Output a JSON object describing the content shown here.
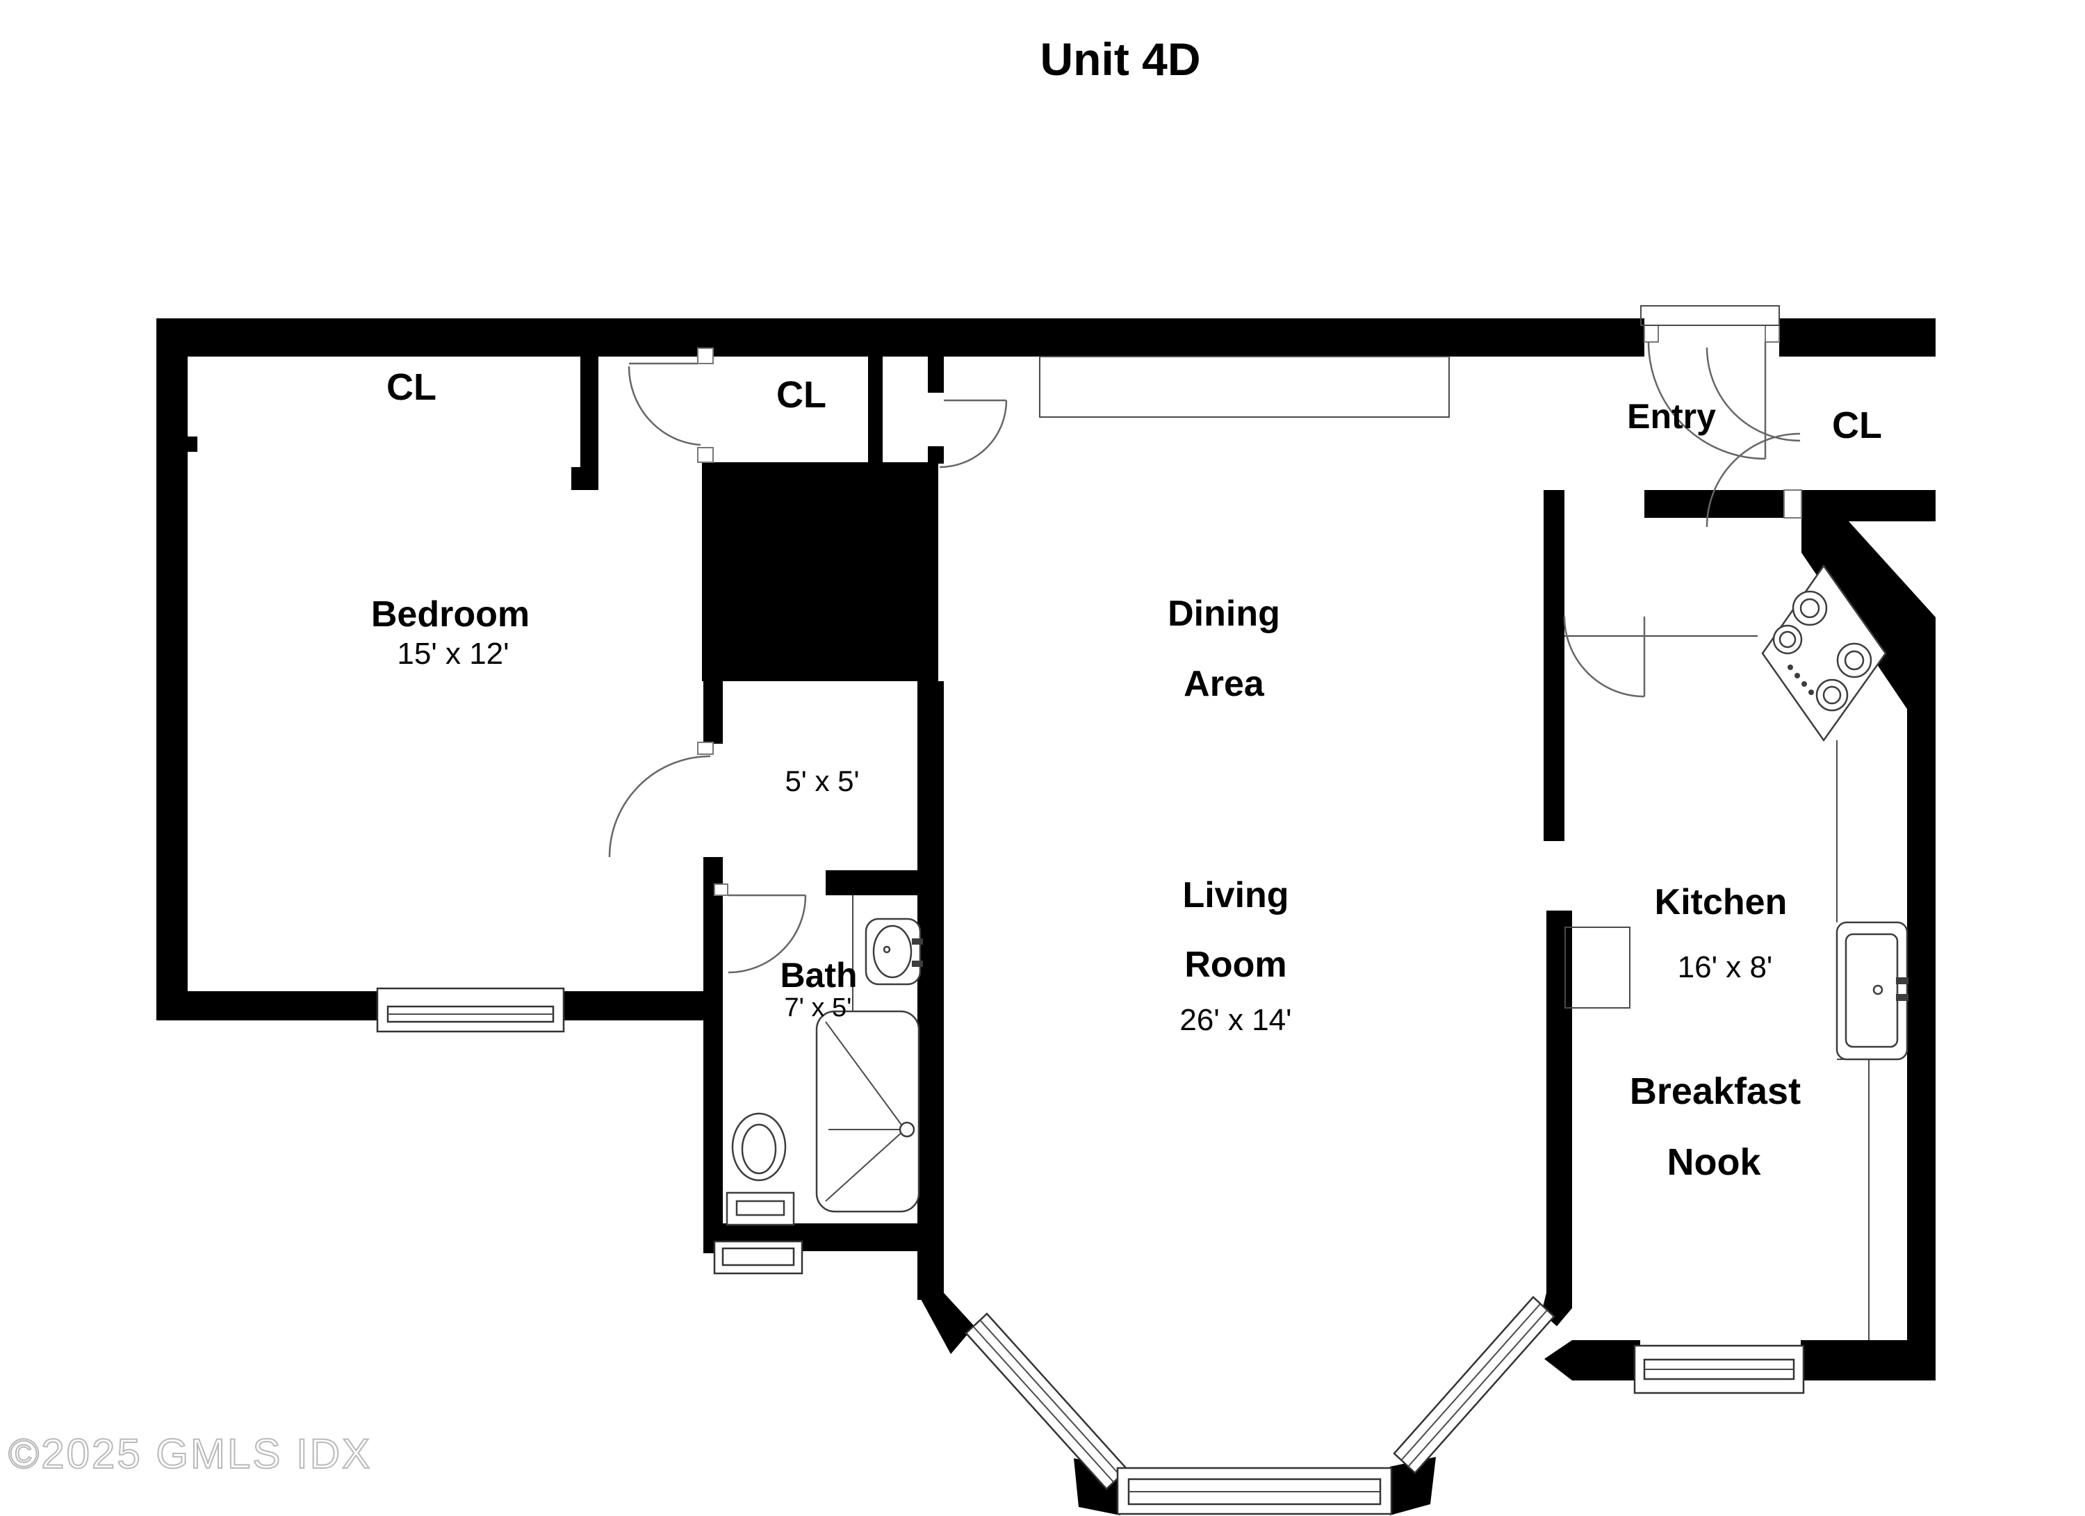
{
  "title": "Unit 4D",
  "watermark": "©2025 GMLS IDX",
  "colors": {
    "wall": "#000000",
    "background": "#ffffff",
    "fixture_line": "#3d3d3d",
    "door_arc": "#666666"
  },
  "rooms": {
    "bedroom": {
      "name": "Bedroom",
      "dims": "15' x 12'"
    },
    "dining": {
      "name_line1": "Dining",
      "name_line2": "Area"
    },
    "living": {
      "name_line1": "Living",
      "name_line2": "Room",
      "dims": "26' x 14'"
    },
    "kitchen": {
      "name": "Kitchen",
      "dims": "16' x 8'"
    },
    "bath": {
      "name": "Bath",
      "dims": "7' x 5'"
    },
    "breakfast_nook": {
      "name_line1": "Breakfast",
      "name_line2": "Nook"
    },
    "entry": {
      "name": "Entry"
    },
    "hall_room": {
      "dims": "5' x 5'"
    },
    "closet_bedroom": {
      "label": "CL"
    },
    "closet_hall": {
      "label": "CL"
    },
    "closet_entry": {
      "label": "CL"
    }
  }
}
